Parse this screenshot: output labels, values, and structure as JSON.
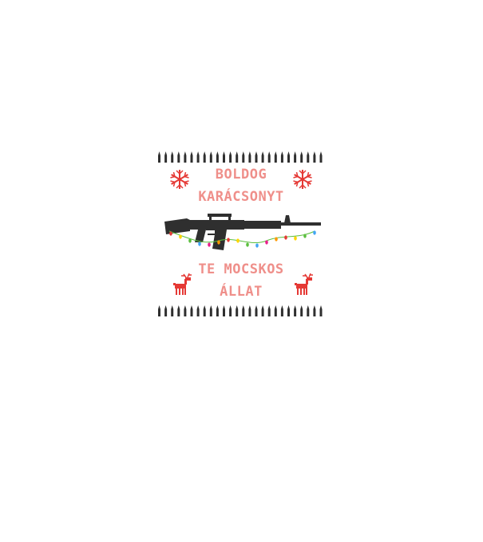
{
  "design": {
    "line1": "BOLDOG",
    "line2": "KARÁCSONYT",
    "line3": "TE MOCSKOS",
    "line4": "ÁLLAT"
  },
  "colors": {
    "text": "#ef8f8a",
    "accent_red": "#e53935",
    "dark": "#2f2f2f"
  },
  "icons": [
    "snowflake-icon",
    "reindeer-icon",
    "rifle-icon",
    "bullet-icon"
  ]
}
